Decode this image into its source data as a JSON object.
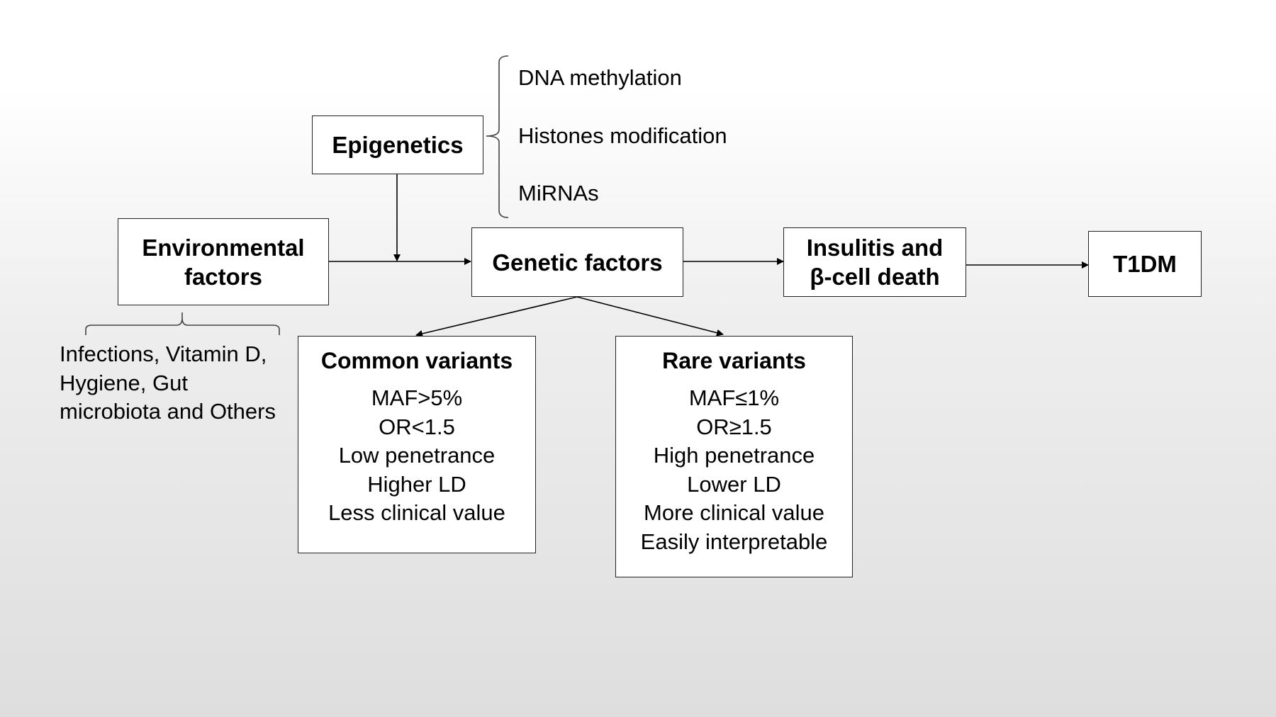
{
  "nodes": {
    "epigenetics": "Epigenetics",
    "environmental": [
      "Environmental",
      "factors"
    ],
    "genetic": "Genetic factors",
    "insulitis": [
      "Insulitis and",
      "β-cell death"
    ],
    "t1dm": "T1DM"
  },
  "epigenetic_mechanisms": [
    "DNA methylation",
    "Histones modification",
    "MiRNAs"
  ],
  "environmental_examples": [
    "Infections, Vitamin D,",
    "Hygiene, Gut",
    "microbiota and Others"
  ],
  "common_variants": {
    "title": "Common variants",
    "items": [
      "MAF>5%",
      "OR<1.5",
      "Low penetrance",
      "Higher LD",
      "Less clinical value"
    ]
  },
  "rare_variants": {
    "title": "Rare variants",
    "items": [
      "MAF≤1%",
      "OR≥1.5",
      "High penetrance",
      "Lower LD",
      "More clinical value",
      "Easily interpretable"
    ]
  }
}
